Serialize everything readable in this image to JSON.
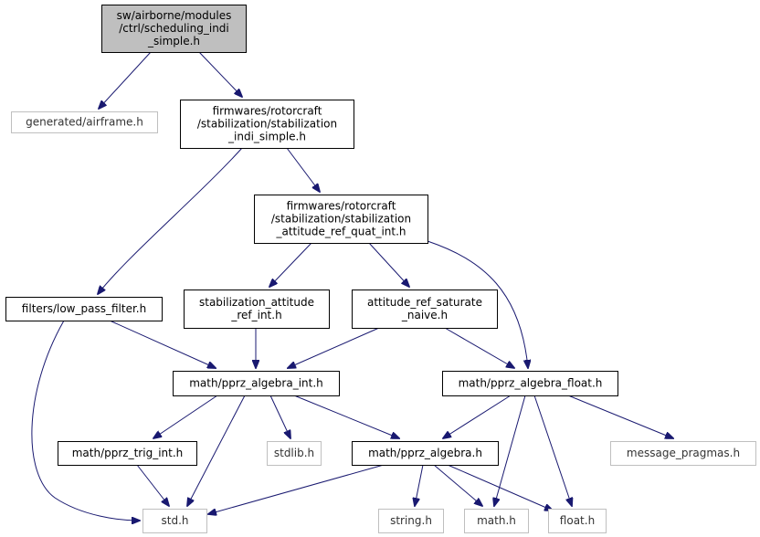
{
  "colors": {
    "edge": "#191970",
    "root_fill": "#bfbfbf",
    "node_border": "#000000",
    "missing_border": "#bfbfbf",
    "background": "#ffffff"
  },
  "nodes": [
    {
      "id": "root",
      "lines": [
        "sw/airborne/modules",
        "/ctrl/scheduling_indi",
        "_simple.h"
      ],
      "style": "root"
    },
    {
      "id": "airframe",
      "lines": [
        "generated/airframe.h"
      ],
      "style": "missing"
    },
    {
      "id": "stab_indi",
      "lines": [
        "firmwares/rotorcraft",
        "/stabilization/stabilization",
        "_indi_simple.h"
      ],
      "style": "normal"
    },
    {
      "id": "stab_att_ref_quat",
      "lines": [
        "firmwares/rotorcraft",
        "/stabilization/stabilization",
        "_attitude_ref_quat_int.h"
      ],
      "style": "normal"
    },
    {
      "id": "lpf",
      "lines": [
        "filters/low_pass_filter.h"
      ],
      "style": "normal"
    },
    {
      "id": "stab_att_ref_int",
      "lines": [
        "stabilization_attitude",
        "_ref_int.h"
      ],
      "style": "normal"
    },
    {
      "id": "att_ref_sat",
      "lines": [
        "attitude_ref_saturate",
        "_naive.h"
      ],
      "style": "normal"
    },
    {
      "id": "alg_int",
      "lines": [
        "math/pprz_algebra_int.h"
      ],
      "style": "normal"
    },
    {
      "id": "alg_float",
      "lines": [
        "math/pprz_algebra_float.h"
      ],
      "style": "normal"
    },
    {
      "id": "trig_int",
      "lines": [
        "math/pprz_trig_int.h"
      ],
      "style": "normal"
    },
    {
      "id": "stdlib",
      "lines": [
        "stdlib.h"
      ],
      "style": "missing"
    },
    {
      "id": "alg",
      "lines": [
        "math/pprz_algebra.h"
      ],
      "style": "normal"
    },
    {
      "id": "msg_pragmas",
      "lines": [
        "message_pragmas.h"
      ],
      "style": "missing"
    },
    {
      "id": "std",
      "lines": [
        "std.h"
      ],
      "style": "missing"
    },
    {
      "id": "string",
      "lines": [
        "string.h"
      ],
      "style": "missing"
    },
    {
      "id": "math",
      "lines": [
        "math.h"
      ],
      "style": "missing"
    },
    {
      "id": "float",
      "lines": [
        "float.h"
      ],
      "style": "missing"
    }
  ],
  "edges": [
    {
      "from": "root",
      "to": "airframe"
    },
    {
      "from": "root",
      "to": "stab_indi"
    },
    {
      "from": "stab_indi",
      "to": "stab_att_ref_quat"
    },
    {
      "from": "stab_indi",
      "to": "lpf"
    },
    {
      "from": "stab_att_ref_quat",
      "to": "stab_att_ref_int"
    },
    {
      "from": "stab_att_ref_quat",
      "to": "att_ref_sat"
    },
    {
      "from": "stab_att_ref_quat",
      "to": "alg_float"
    },
    {
      "from": "lpf",
      "to": "alg_int"
    },
    {
      "from": "lpf",
      "to": "std"
    },
    {
      "from": "stab_att_ref_int",
      "to": "alg_int"
    },
    {
      "from": "att_ref_sat",
      "to": "alg_int"
    },
    {
      "from": "att_ref_sat",
      "to": "alg_float"
    },
    {
      "from": "alg_int",
      "to": "trig_int"
    },
    {
      "from": "alg_int",
      "to": "stdlib"
    },
    {
      "from": "alg_int",
      "to": "alg"
    },
    {
      "from": "alg_int",
      "to": "std"
    },
    {
      "from": "alg_float",
      "to": "alg"
    },
    {
      "from": "alg_float",
      "to": "msg_pragmas"
    },
    {
      "from": "alg_float",
      "to": "math"
    },
    {
      "from": "alg_float",
      "to": "float"
    },
    {
      "from": "trig_int",
      "to": "std"
    },
    {
      "from": "alg",
      "to": "std"
    },
    {
      "from": "alg",
      "to": "string"
    },
    {
      "from": "alg",
      "to": "math"
    },
    {
      "from": "alg",
      "to": "float"
    }
  ]
}
